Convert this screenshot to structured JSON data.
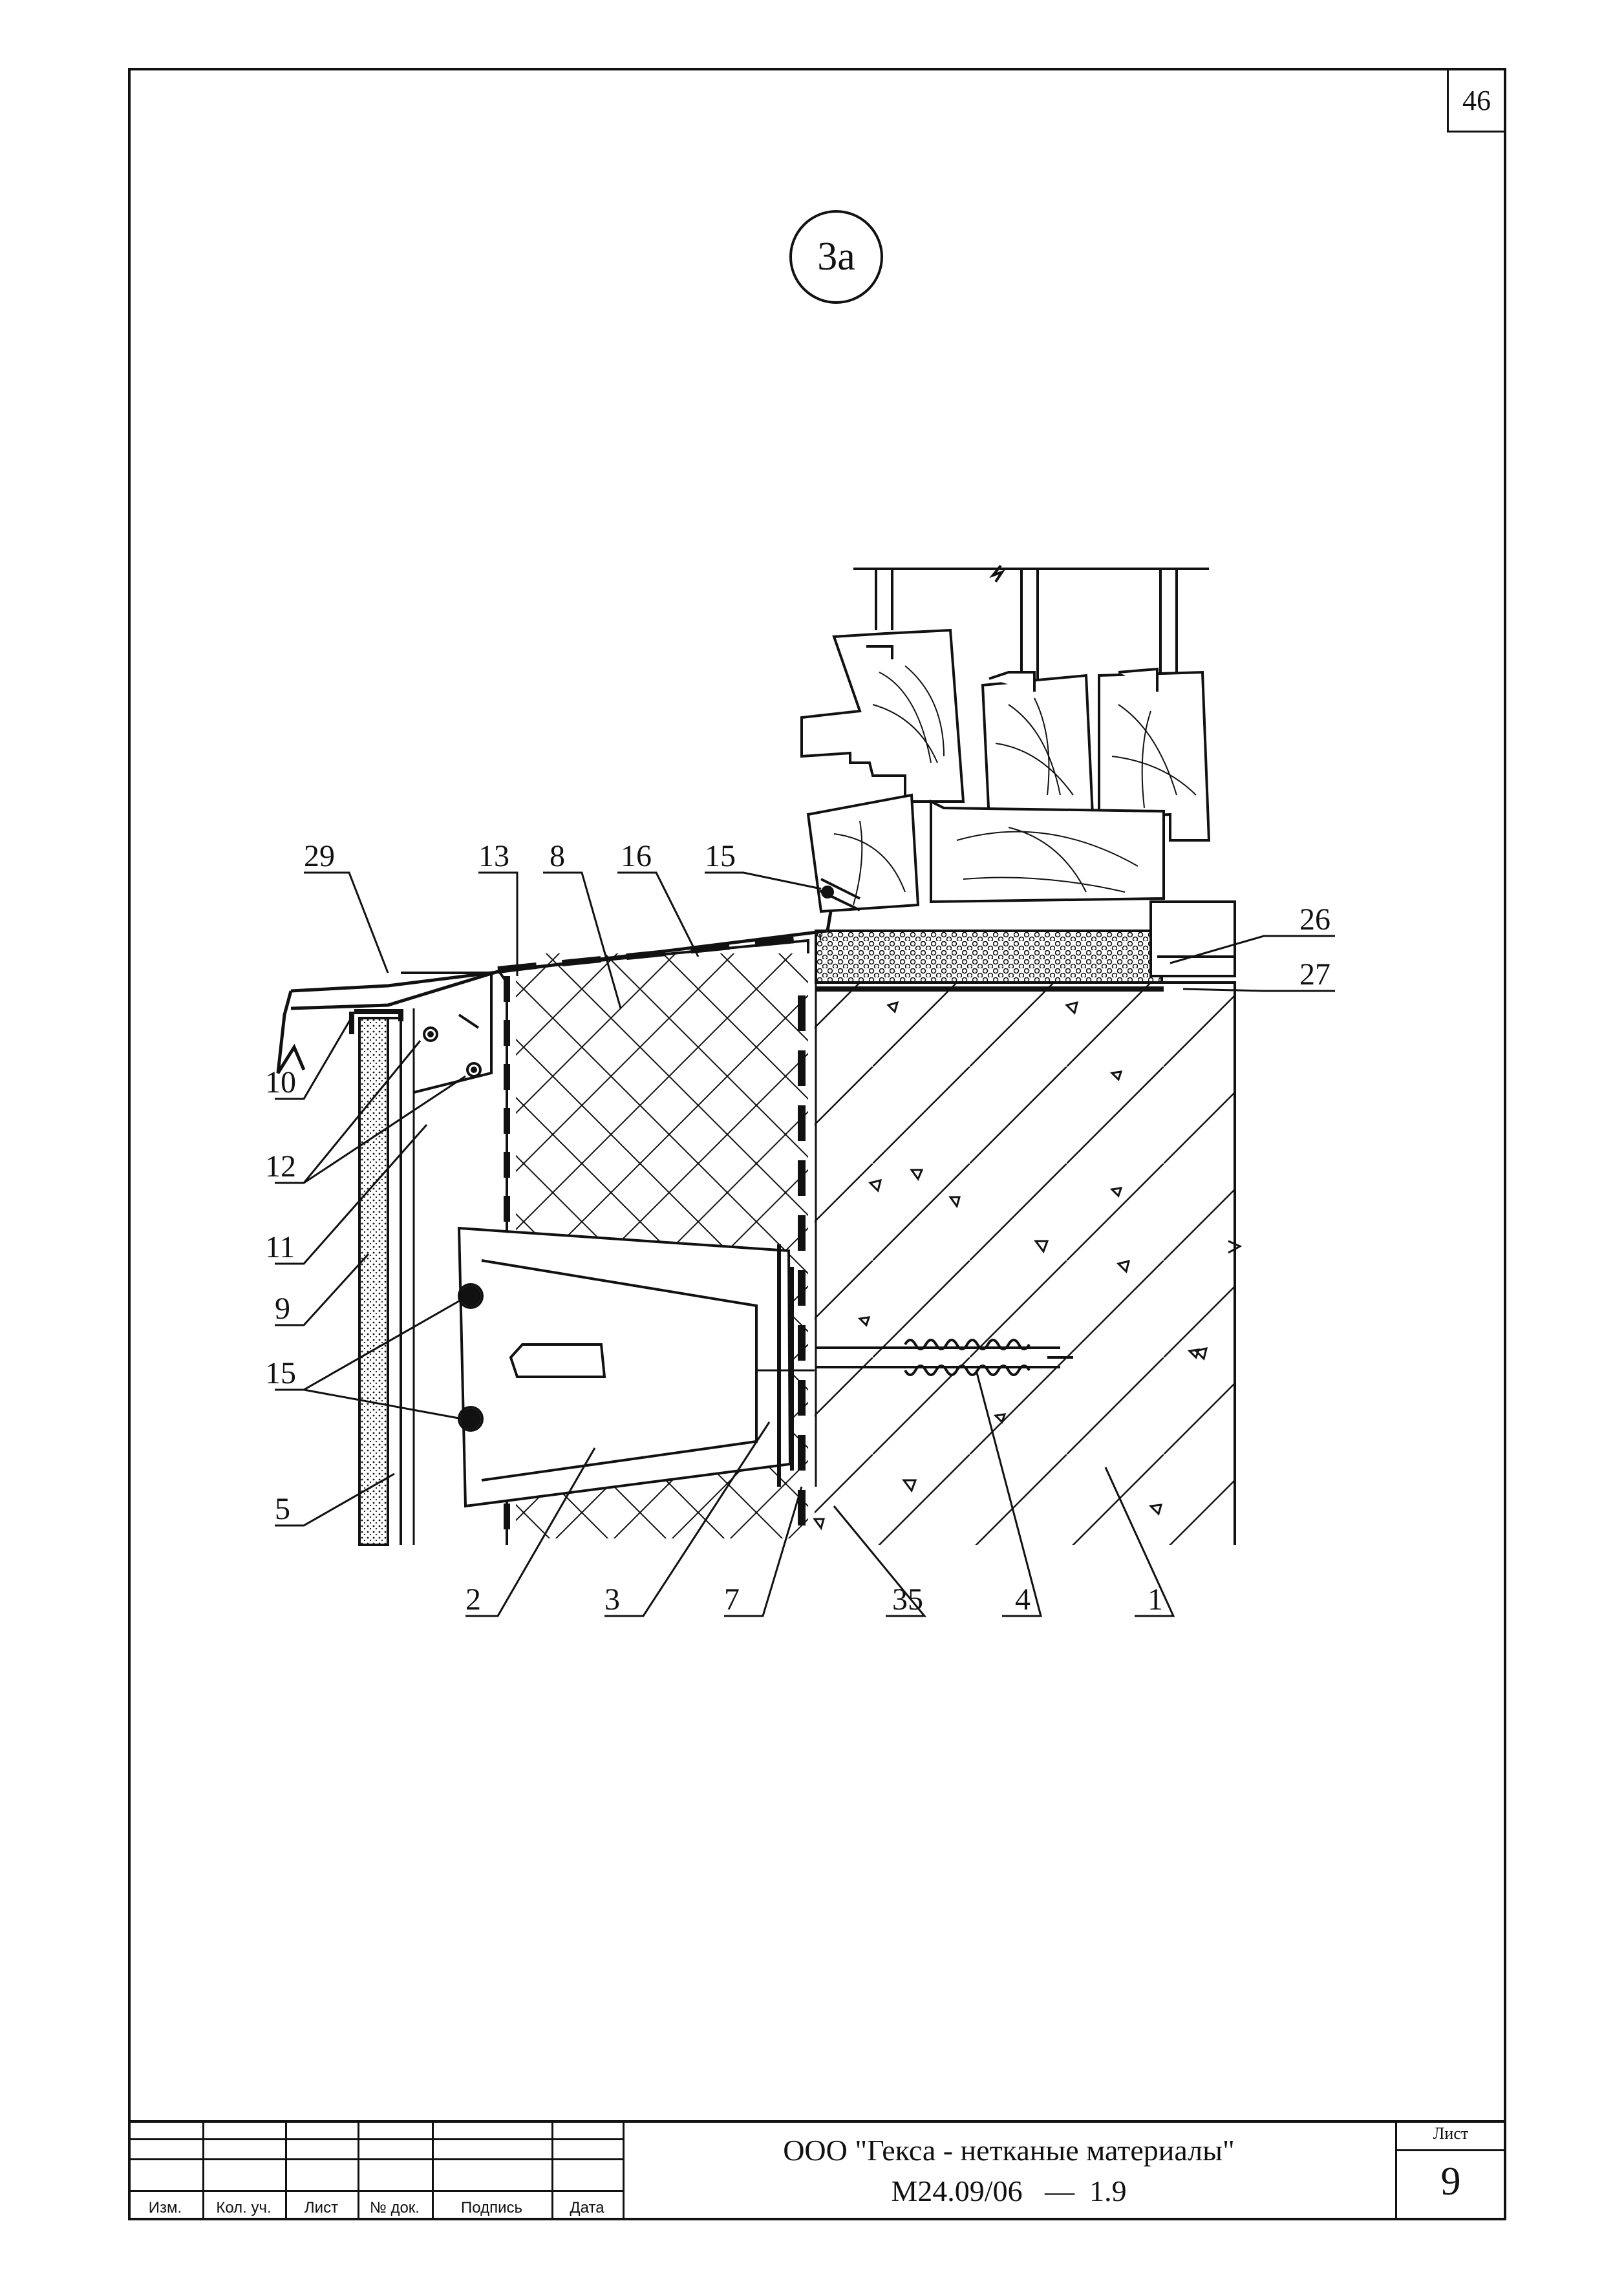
{
  "sheet_tag": "46",
  "detail_mark": "3а",
  "callouts": [
    "29",
    "13",
    "8",
    "16",
    "15",
    "26",
    "27",
    "10",
    "12",
    "11",
    "9",
    "15",
    "5",
    "2",
    "3",
    "7",
    "35",
    "4",
    "1"
  ],
  "stamp": {
    "headers": [
      "Изм.",
      "Кол. уч.",
      "Лист",
      "№ док.",
      "Подпись",
      "Дата"
    ],
    "organization": "ООО \"Гекса - нетканые материалы\"",
    "document_code": "М24.09/06   —  1.9",
    "sheet_label": "Лист",
    "sheet_number": "9"
  }
}
